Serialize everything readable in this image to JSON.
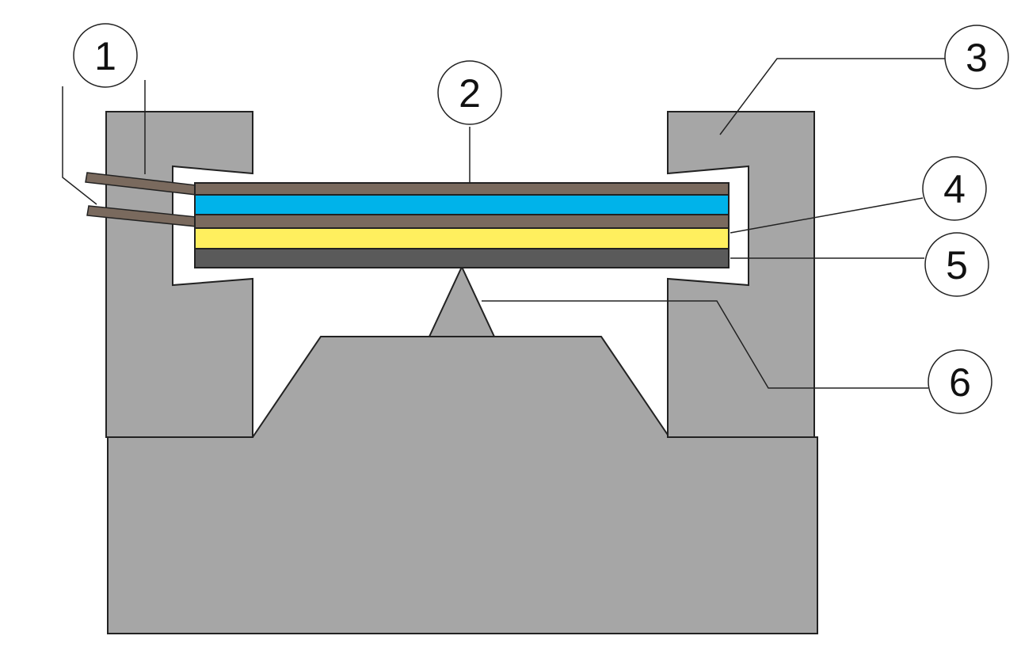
{
  "colors": {
    "housing": "#a6a6a6",
    "outline": "#222222",
    "electrode": "#7a6a5e",
    "piezo_blue": "#00b3ea",
    "yellow_layer": "#ffef5e",
    "base_plate": "#5a5a5a",
    "background": "#ffffff"
  },
  "labels": [
    {
      "id": "1",
      "text": "1"
    },
    {
      "id": "2",
      "text": "2"
    },
    {
      "id": "3",
      "text": "3"
    },
    {
      "id": "4",
      "text": "4"
    },
    {
      "id": "5",
      "text": "5"
    },
    {
      "id": "6",
      "text": "6"
    }
  ]
}
